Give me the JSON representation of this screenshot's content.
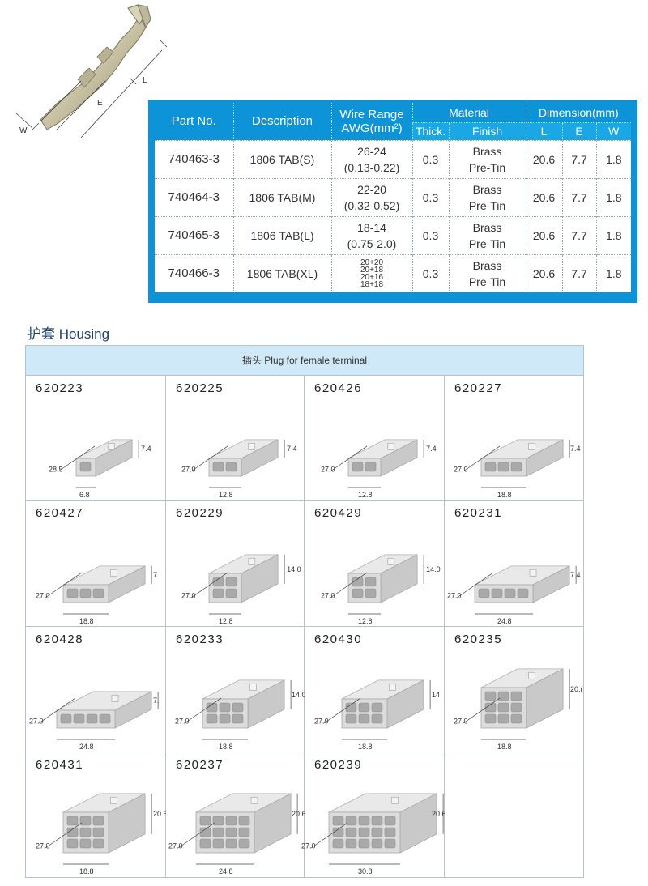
{
  "terminal": {
    "labels": {
      "w": "W",
      "e": "E",
      "l": "L"
    }
  },
  "spec_table": {
    "headers": {
      "part_no": "Part No.",
      "description": "Description",
      "wire_range_1": "Wire Range",
      "wire_range_2": "AWG(mm²)",
      "material": "Material",
      "thick": "Thick.",
      "finish": "Finish",
      "dimension": "Dimension(mm)",
      "l": "L",
      "e": "E",
      "w": "W"
    },
    "rows": [
      {
        "part_no": "740463-3",
        "description": "1806 TAB(S)",
        "awg": "26-24",
        "mm2": "(0.13-0.22)",
        "thick": "0.3",
        "material": "Brass",
        "finish": "Pre-Tin",
        "l": "20.6",
        "e": "7.7",
        "w": "1.8"
      },
      {
        "part_no": "740464-3",
        "description": "1806 TAB(M)",
        "awg": "22-20",
        "mm2": "(0.32-0.52)",
        "thick": "0.3",
        "material": "Brass",
        "finish": "Pre-Tin",
        "l": "20.6",
        "e": "7.7",
        "w": "1.8"
      },
      {
        "part_no": "740465-3",
        "description": "1806 TAB(L)",
        "awg": "18-14",
        "mm2": "(0.75-2.0)",
        "thick": "0.3",
        "material": "Brass",
        "finish": "Pre-Tin",
        "l": "20.6",
        "e": "7.7",
        "w": "1.8"
      },
      {
        "part_no": "740466-3",
        "description": "1806 TAB(XL)",
        "awg_lines": [
          "20+20",
          "20+18",
          "20+16",
          "18+18"
        ],
        "thick": "0.3",
        "material": "Brass",
        "finish": "Pre-Tin",
        "l": "20.6",
        "e": "7.7",
        "w": "1.8"
      }
    ]
  },
  "housing": {
    "title": "护套 Housing",
    "header": "插头 Plug for female terminal",
    "items": [
      {
        "id": "620223",
        "d1": "28.5",
        "d2": "6.8",
        "h": "7.4",
        "cols": 1,
        "rows": 1
      },
      {
        "id": "620225",
        "d1": "27.0",
        "d2": "12.8",
        "h": "7.4",
        "cols": 2,
        "rows": 1
      },
      {
        "id": "620426",
        "d1": "27.0",
        "d2": "12.8",
        "h": "7.4",
        "cols": 2,
        "rows": 1
      },
      {
        "id": "620227",
        "d1": "27.0",
        "d2": "18.8",
        "h": "7.4",
        "cols": 3,
        "rows": 1
      },
      {
        "id": "620427",
        "d1": "27.0",
        "d2": "18.8",
        "h": "7",
        "cols": 3,
        "rows": 1
      },
      {
        "id": "620229",
        "d1": "27.0",
        "d2": "12.8",
        "h": "14.0",
        "cols": 2,
        "rows": 2
      },
      {
        "id": "620429",
        "d1": "27.0",
        "d2": "12.8",
        "h": "14.0",
        "cols": 2,
        "rows": 2
      },
      {
        "id": "620231",
        "d1": "27.0",
        "d2": "24.8",
        "h": "7.4",
        "cols": 4,
        "rows": 1
      },
      {
        "id": "620428",
        "d1": "27.0",
        "d2": "24.8",
        "h": "7.",
        "cols": 4,
        "rows": 1
      },
      {
        "id": "620233",
        "d1": "27.0",
        "d2": "18.8",
        "h": "14.0",
        "cols": 3,
        "rows": 2
      },
      {
        "id": "620430",
        "d1": "27.0",
        "d2": "18.8",
        "h": "14",
        "cols": 3,
        "rows": 2
      },
      {
        "id": "620235",
        "d1": "27.0",
        "d2": "18.8",
        "h": "20.(",
        "cols": 3,
        "rows": 3
      },
      {
        "id": "620431",
        "d1": "27.0",
        "d2": "18.8",
        "h": "20.6",
        "cols": 3,
        "rows": 3
      },
      {
        "id": "620237",
        "d1": "27.0",
        "d2": "24.8",
        "h": "20.6",
        "cols": 4,
        "rows": 3
      },
      {
        "id": "620239",
        "d1": "27.0",
        "d2": "30.8",
        "h": "20.6",
        "cols": 5,
        "rows": 3
      }
    ]
  }
}
